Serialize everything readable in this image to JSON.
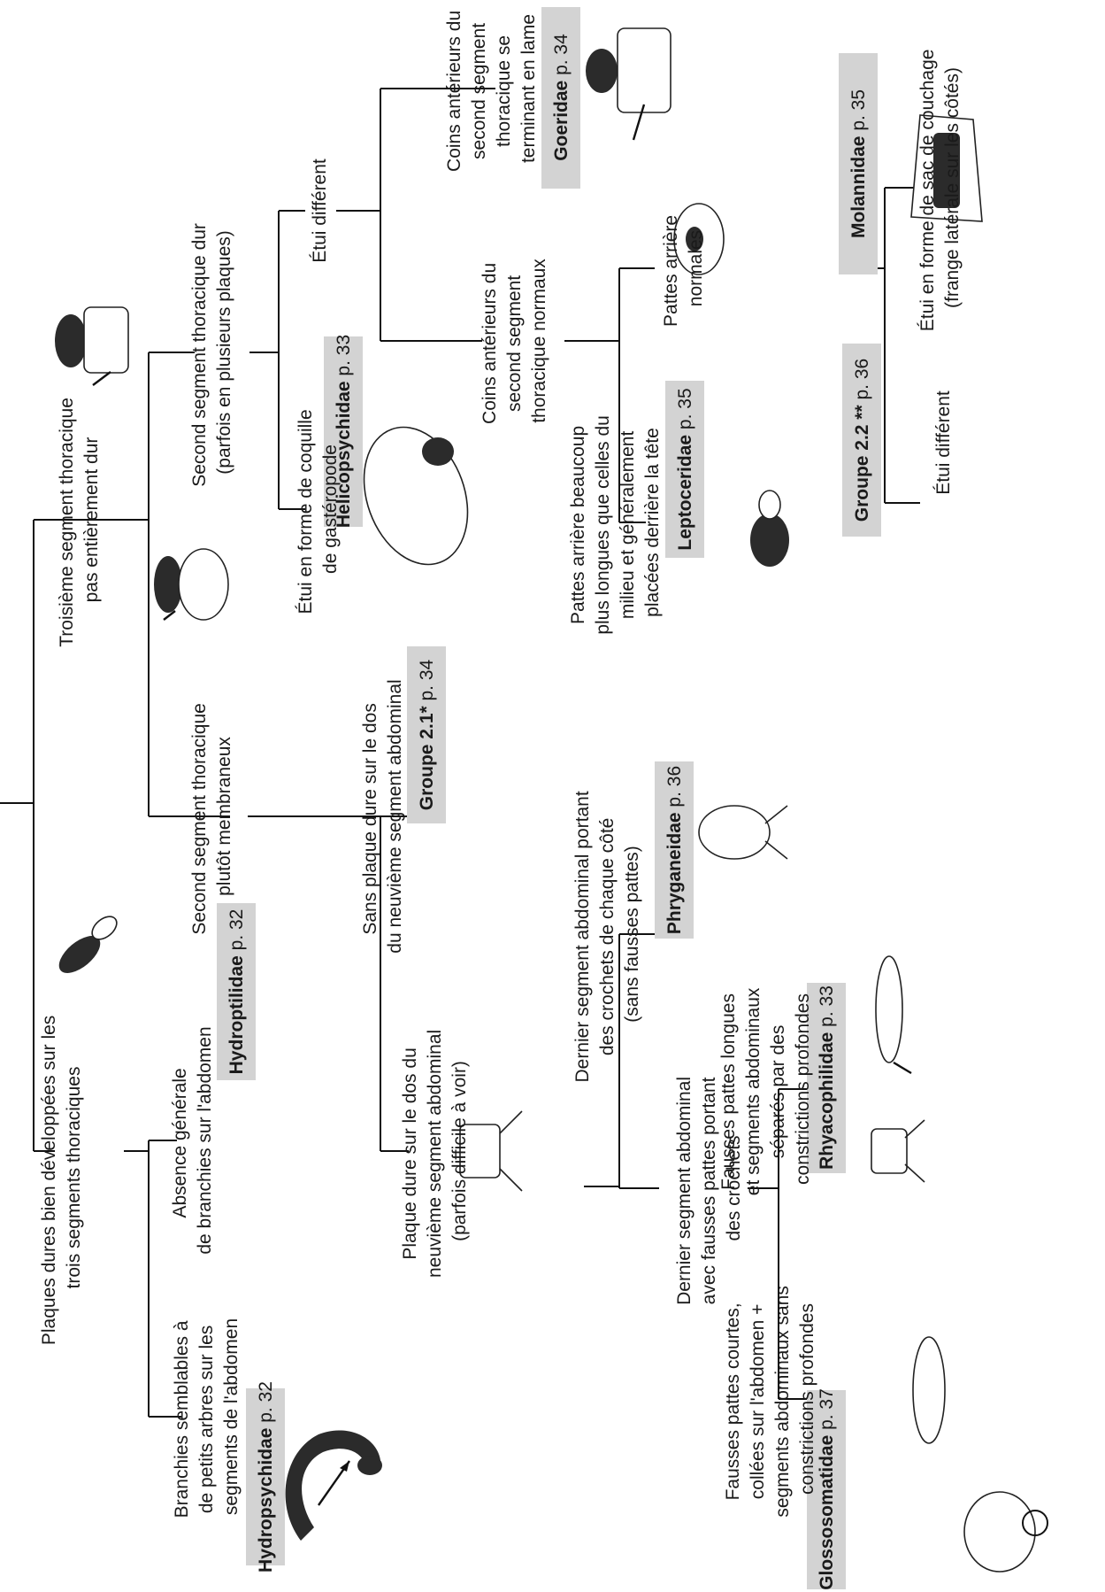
{
  "key": {
    "n_root": [
      "Plaques dures bien développées sur les",
      "trois segments thoraciques"
    ],
    "n_third": [
      "Troisième segment thoracique",
      "pas entièrement dur"
    ],
    "n_branchies": [
      "Branchies semblables à",
      "de petits arbres sur les",
      "segments de l'abdomen"
    ],
    "n_absence": [
      "Absence générale",
      "de branchies sur l'abdomen"
    ],
    "n_second_memb": [
      "Second segment thoracique",
      "plutôt membraneux"
    ],
    "n_second_dur": [
      "Second segment thoracique dur",
      "(parfois en plusieurs plaques)"
    ],
    "n_plaque_dure": [
      "Plaque dure sur le dos du",
      "neuvième segment abdominal",
      "(parfois difficile à voir)"
    ],
    "n_sans_plaque": [
      "Sans plaque dure sur le dos",
      "du neuvième segment abdominal"
    ],
    "n_etui_coquille": [
      "Étui en forme de coquille",
      "de gastéropode"
    ],
    "n_etui_diff_1": [
      "Étui différent"
    ],
    "n_coins_normaux": [
      "Coins antérieurs du",
      "second segment",
      "thoracique normaux"
    ],
    "n_coins_lame": [
      "Coins antérieurs du",
      "second segment",
      "thoracique se",
      "terminant en lame"
    ],
    "n_dernier_fausses": [
      "Dernier segment abdominal",
      "avec fausses pattes portant",
      "des crochets"
    ],
    "n_dernier_crochets": [
      "Dernier segment abdominal portant",
      "des crochets de chaque côté",
      "(sans fausses pattes)"
    ],
    "n_pattes_longues": [
      "Pattes arrière beaucoup",
      "plus longues que celles du",
      "milieu et généralement",
      "placées derrière la tête"
    ],
    "n_pattes_normales": [
      "Pattes arrière",
      "normales"
    ],
    "n_fausses_courtes": [
      "Fausses pattes courtes,",
      "collées sur l'abdomen +",
      "segments abdominaux sans",
      "constrictions profondes"
    ],
    "n_fausses_longues": [
      "Fausses pattes longues",
      "et segments abdominaux",
      "séparés par des",
      "constrictions profondes"
    ],
    "n_etui_sac": [
      "Étui en forme de sac de couchage",
      "(frange latérale sur les côtés)"
    ],
    "n_etui_diff_2": [
      "Étui différent"
    ]
  },
  "families": {
    "hydropsychidae": {
      "name": "Hydropsychidae",
      "page": " p. 32"
    },
    "hydroptilidae": {
      "name": "Hydroptilidae",
      "page": " p. 32"
    },
    "groupe21": {
      "name": "Groupe 2.1*",
      "page": " p. 34"
    },
    "helicopsychidae": {
      "name": "Helicopsychidae",
      "page": " p. 33"
    },
    "goeridae": {
      "name": "Goeridae",
      "page": " p. 34"
    },
    "phryganeidae": {
      "name": "Phryganeidae",
      "page": "  p. 36"
    },
    "leptoceridae": {
      "name": "Leptoceridae",
      "page": "  p. 35"
    },
    "glossosomatidae": {
      "name": "Glossosomatidae",
      "page": "  p. 37"
    },
    "rhyacophilidae": {
      "name": "Rhyacophilidae",
      "page": " p. 33"
    },
    "molannidae": {
      "name": "Molannidae",
      "page": "  p. 35"
    },
    "groupe22": {
      "name": "Groupe 2.2 **",
      "page": " p. 36"
    }
  },
  "colors": {
    "family_box": "#d3d3d3",
    "lines": "#111111",
    "text": "#1a1a1a"
  },
  "icons": [
    "larva-illustration",
    "larva-head-thorax-illustration",
    "case-illustration",
    "pointer-arrow-icon"
  ]
}
